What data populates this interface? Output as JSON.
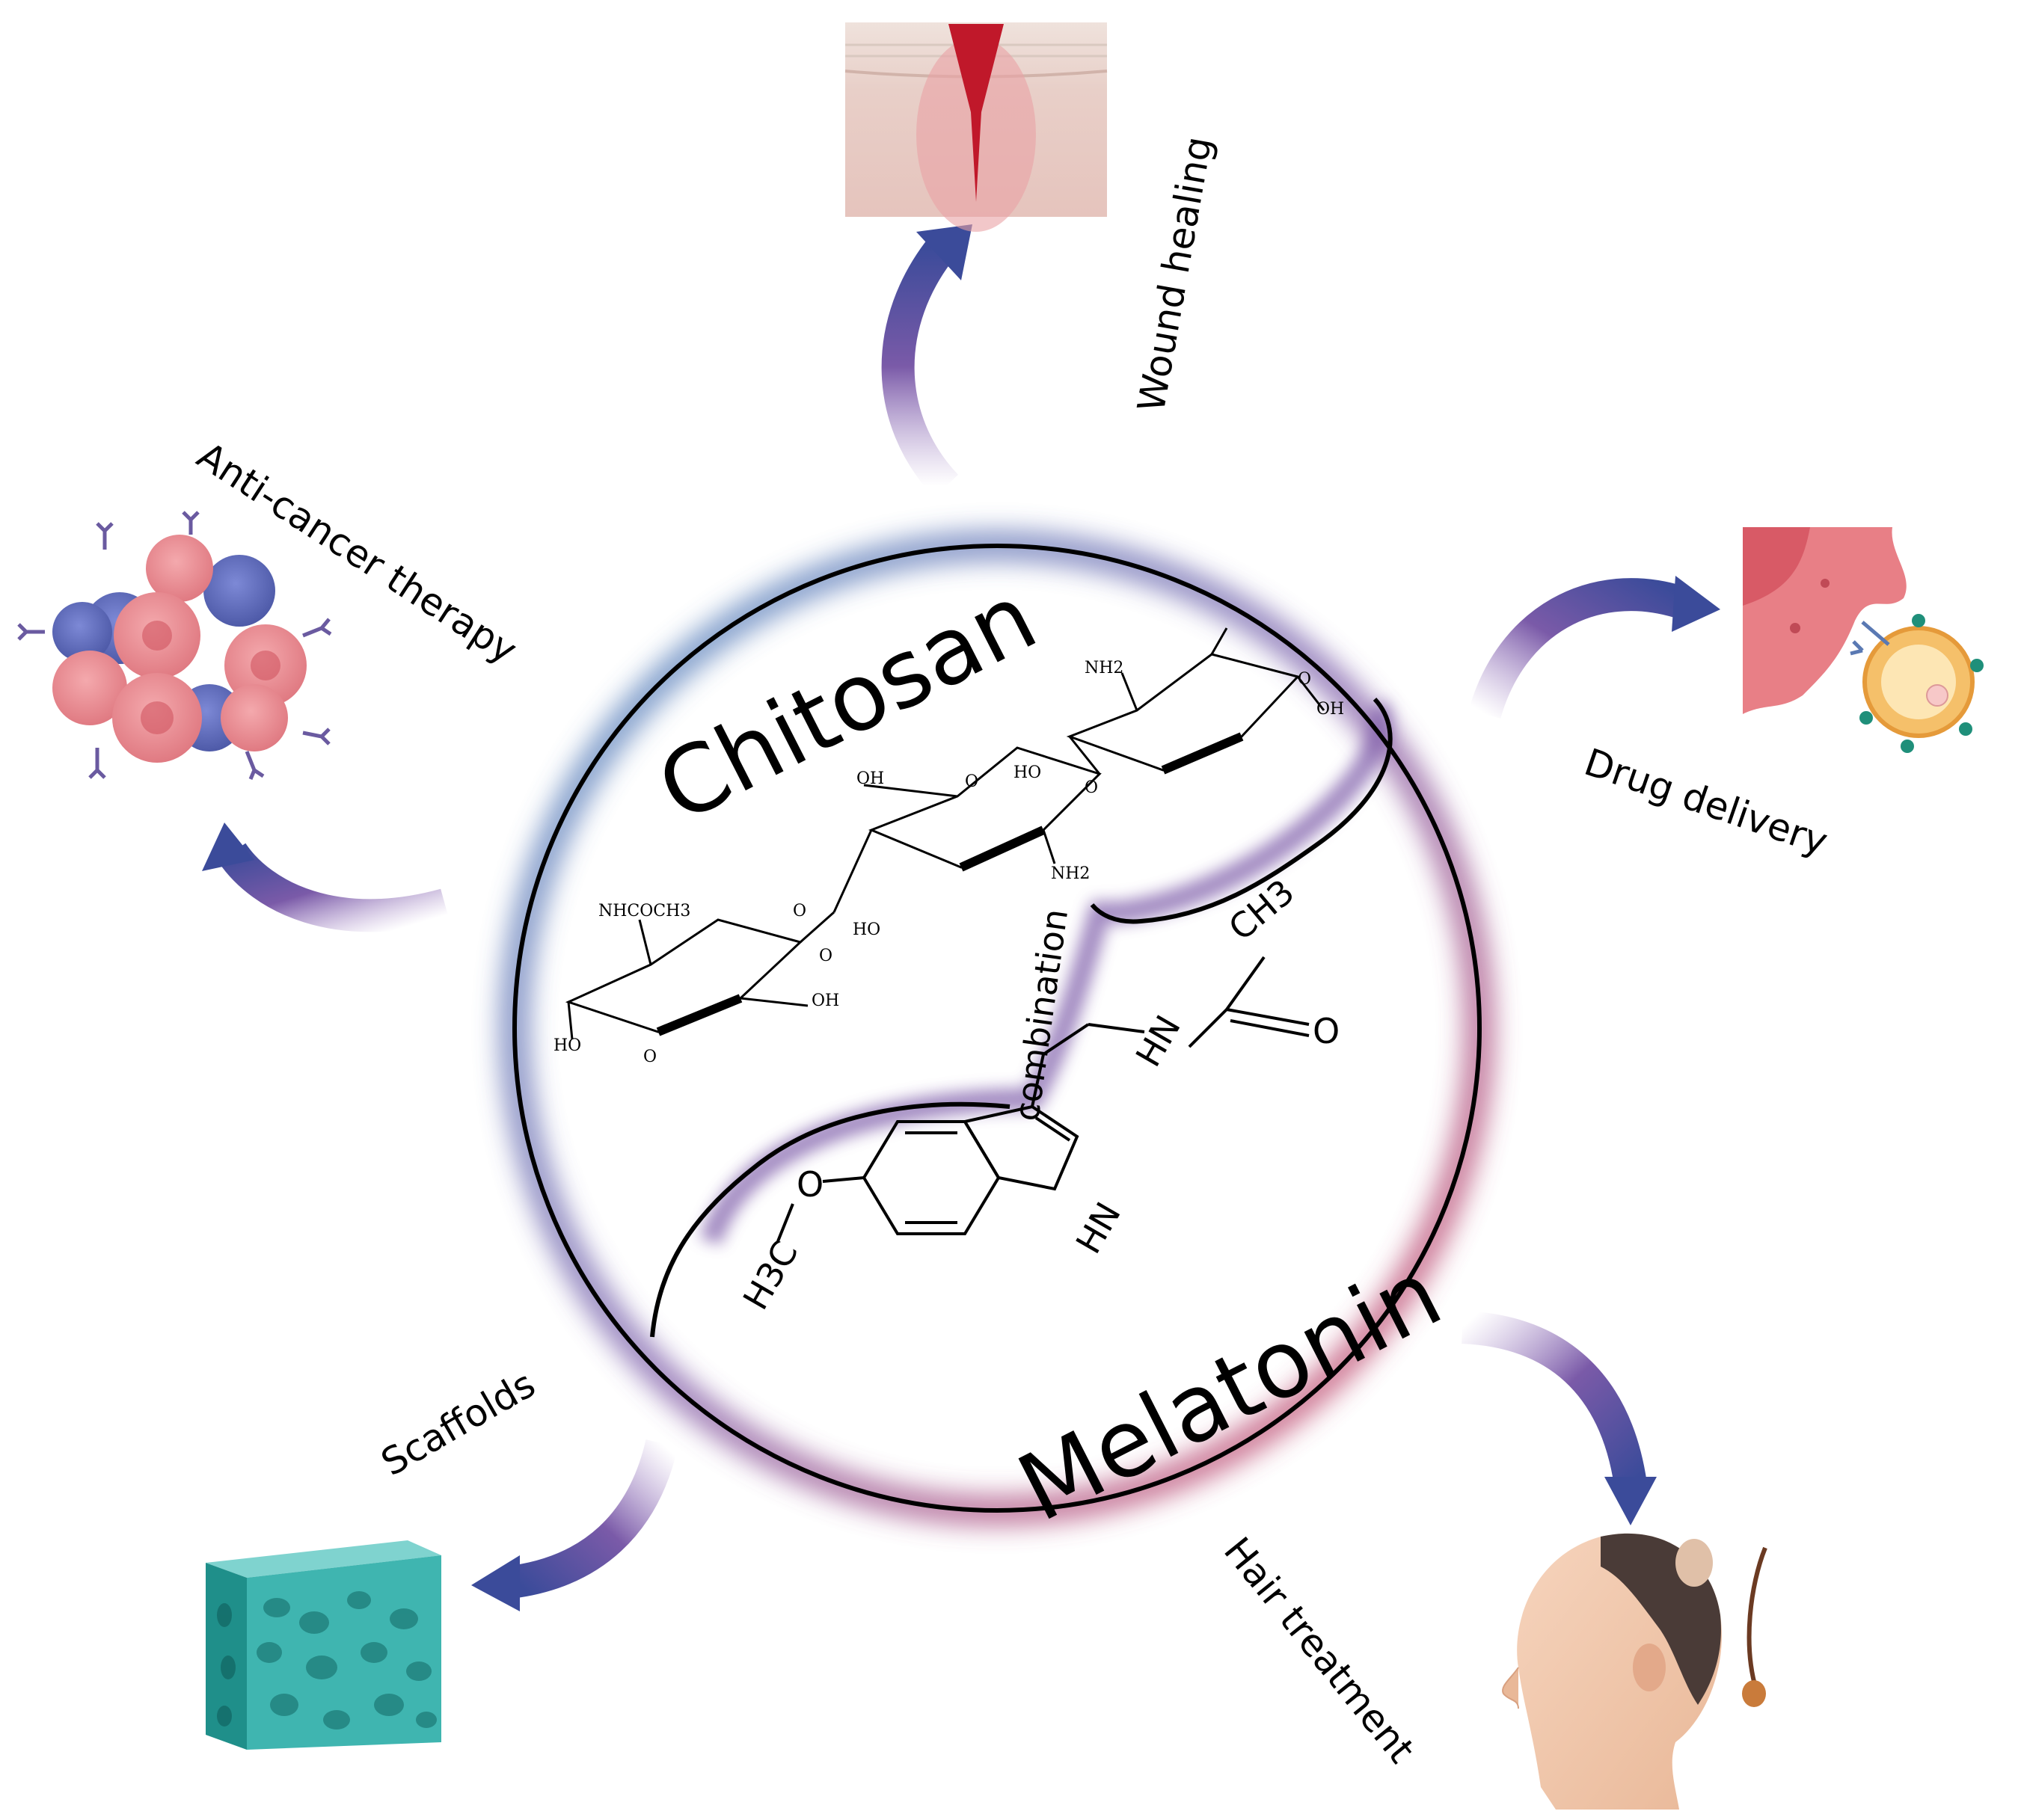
{
  "center": {
    "top_title": "Chitosan",
    "bottom_title": "Melatonin",
    "link_label": "combination"
  },
  "applications": [
    {
      "id": "wound",
      "label": "Wound healing",
      "icon": "wound-skin-icon"
    },
    {
      "id": "drug",
      "label": "Drug delivery",
      "icon": "nanoparticle-cell-icon"
    },
    {
      "id": "hair",
      "label": "Hair treatment",
      "icon": "balding-head-icon"
    },
    {
      "id": "scaffold",
      "label": "Scaffolds",
      "icon": "porous-cube-icon"
    },
    {
      "id": "cancer",
      "label": "Anti-cancer therapy",
      "icon": "tumor-cells-icon"
    }
  ],
  "chitosan_groups": [
    "NH2",
    "OH",
    "O",
    "HO",
    "NHCOCH3"
  ],
  "melatonin_groups": [
    "CH3",
    "O",
    "HN",
    "H3C",
    "HN"
  ],
  "colors": {
    "arrow": "#3b4b9a",
    "arrow_fade": "#8a6fb5",
    "glow_blue": "#4a8fc2",
    "glow_purple": "#7b5aa8",
    "glow_red": "#d9455a",
    "wound_red": "#c0182a",
    "scaffold_teal": "#2fa9a6"
  }
}
